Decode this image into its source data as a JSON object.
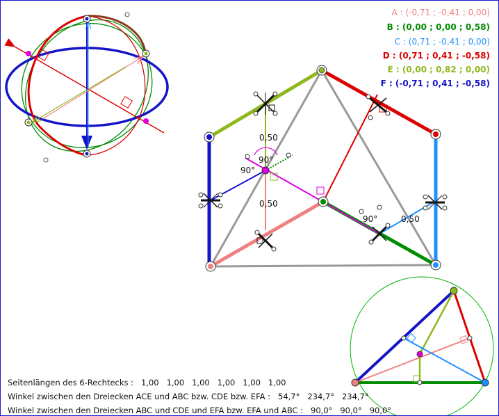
{
  "colors": {
    "A": "#f08080",
    "B": "#008c00",
    "C": "#1e90ff",
    "D": "#dd0000",
    "E": "#8fb81c",
    "F": "#1414c8",
    "gray": "#999999",
    "magenta": "#e000e0",
    "brown": "#8b3a1a",
    "frame": "#1a1acc"
  },
  "coords": [
    {
      "name": "A",
      "value": "A : (-0,71 ; -0,41 ; 0,00)",
      "bold": false
    },
    {
      "name": "B",
      "value": "B : (0,00 ; 0,00 ; 0,58)",
      "bold": true
    },
    {
      "name": "C",
      "value": "C : (0,71 ; -0,41 ; 0,00)",
      "bold": false
    },
    {
      "name": "D",
      "value": "D : (0,71 ; 0,41 ; -0,58)",
      "bold": true
    },
    {
      "name": "E",
      "value": "E : (0,00 ; 0,82 ; 0,00)",
      "bold": true
    },
    {
      "name": "F",
      "value": "F : (-0,71 ; 0,41 ; -0,58)",
      "bold": true
    }
  ],
  "labels": {
    "len_top": "0,50",
    "len_mid": "0,50",
    "len_right": "0,50",
    "angle_top": "90°",
    "angle_left": "90°",
    "angle_right": "90°"
  },
  "bottom": {
    "sides_label": "Seitenlängen des 6-Rechtecks :",
    "sides_values": "1,00   1,00   1,00   1,00   1,00   1,00",
    "ace_label": "Winkel zwischen den Dreiecken ACE und ABC bzw. CDE bzw. EFA :",
    "ace_values": "54,7°   234,7°   234,7°",
    "abc_label": "Winkel zwischen den Dreiecken ABC und CDE und EFA bzw. EFA und ABC :",
    "abc_values": "90,0°   90,0°   90,0°"
  }
}
